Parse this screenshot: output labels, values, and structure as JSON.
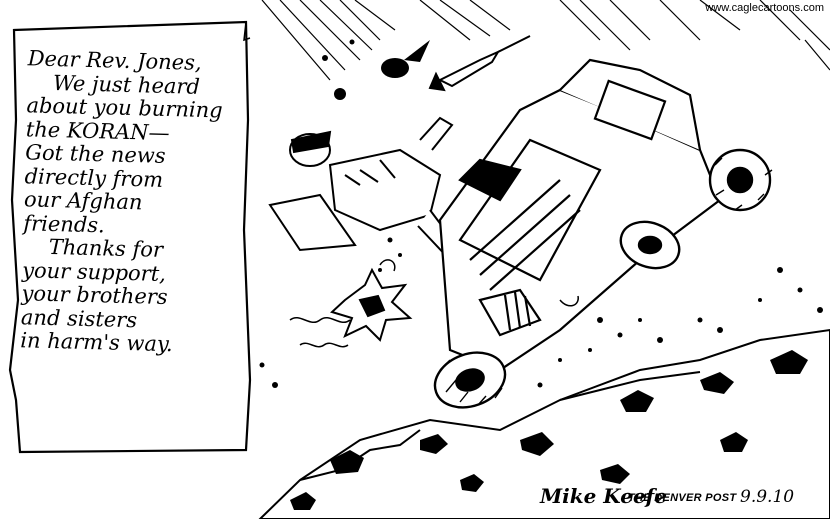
{
  "watermark": {
    "site": "www.caglecartoons.com"
  },
  "letter": {
    "lines": [
      {
        "text": "Dear Rev. Jones,",
        "indent": false
      },
      {
        "text": "We just heard",
        "indent": true
      },
      {
        "text": "about you burning",
        "indent": false
      },
      {
        "text": "the KORAN—",
        "indent": false
      },
      {
        "text": "Got the news",
        "indent": false
      },
      {
        "text": "directly from",
        "indent": false
      },
      {
        "text": "our Afghan",
        "indent": false
      },
      {
        "text": "friends.",
        "indent": false
      },
      {
        "text": "Thanks for",
        "indent": true
      },
      {
        "text": "your support,",
        "indent": false
      },
      {
        "text": "your brothers",
        "indent": false
      },
      {
        "text": "and sisters",
        "indent": false
      },
      {
        "text": "in harm's way.",
        "indent": false
      }
    ]
  },
  "credit": {
    "artist": "Mike Keefe",
    "publication": "THE DENVER POST",
    "date": "9.9.10"
  },
  "colors": {
    "ink": "#000000",
    "paper": "#ffffff"
  }
}
